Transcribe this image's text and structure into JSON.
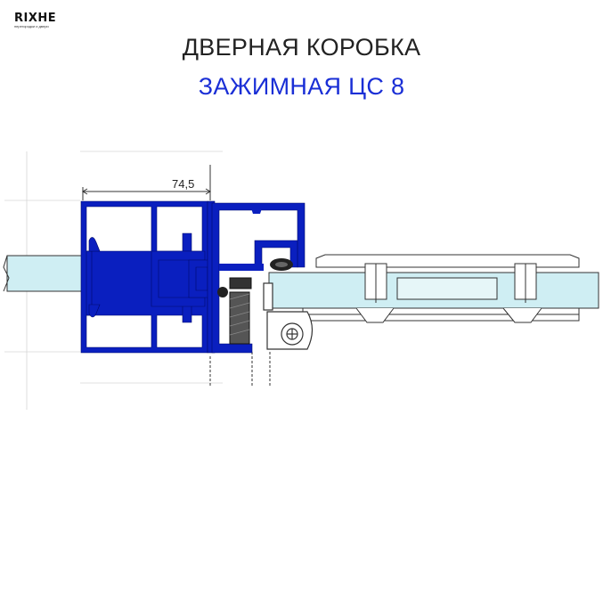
{
  "logo": {
    "mark": "RIXHE",
    "tagline": "перегородки и двери"
  },
  "title": {
    "line1": "ДВЕРНАЯ КОРОБКА",
    "line2": "ЗАЖИМНАЯ ЦС 8"
  },
  "dimension": {
    "label": "74,5"
  },
  "colors": {
    "profile": "#0a1fbf",
    "glass": "#cfeef3",
    "title_accent": "#1a2fd6",
    "outline": "#333333"
  }
}
